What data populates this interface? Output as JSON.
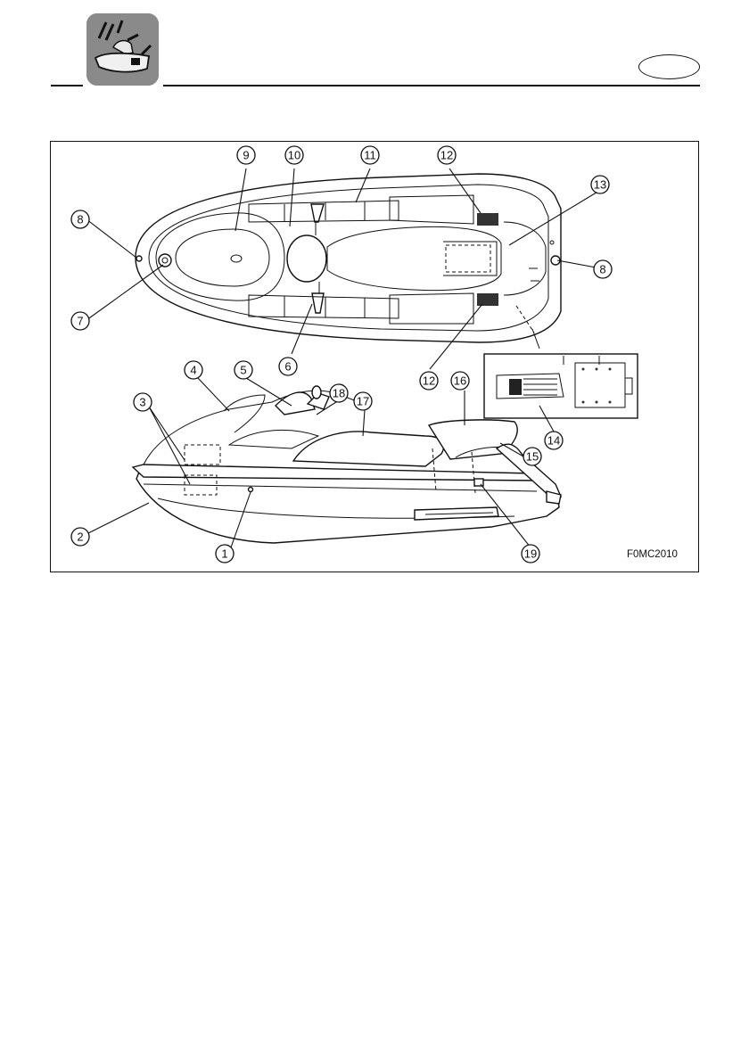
{
  "header": {
    "icon": "jet-ski-rider-icon"
  },
  "figure": {
    "code": "F0MC2010",
    "callouts": {
      "c1": "1",
      "c2": "2",
      "c3": "3",
      "c4": "4",
      "c5": "5",
      "c6": "6",
      "c7": "7",
      "c8a": "8",
      "c8b": "8",
      "c9": "9",
      "c10": "10",
      "c11": "11",
      "c12a": "12",
      "c12b": "12",
      "c13": "13",
      "c14": "14",
      "c15": "15",
      "c16": "16",
      "c17": "17",
      "c18": "18",
      "c19": "19"
    }
  }
}
